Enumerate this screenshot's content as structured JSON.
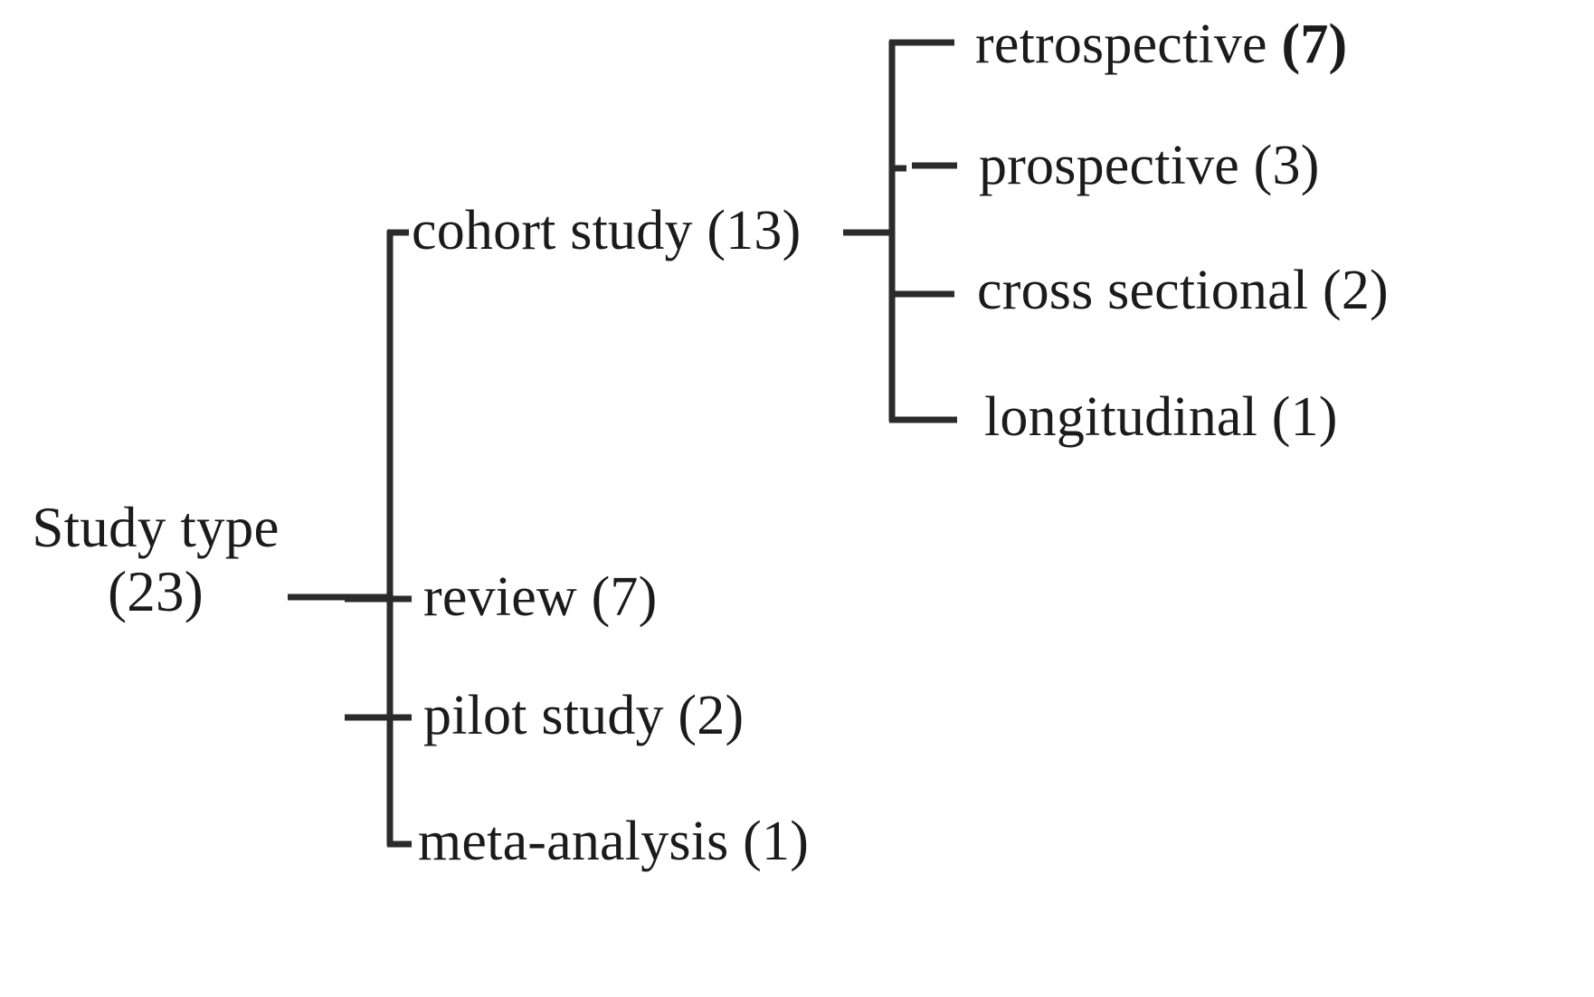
{
  "diagram": {
    "type": "dendrogram",
    "title_present": false,
    "background_color": "#ffffff",
    "line_color": "#2b2b2b",
    "text_color": "#1b1b1b"
  },
  "root": {
    "label": "Study type",
    "count_text": "(23)",
    "count": 23,
    "full_label": "Study type (23)"
  },
  "branches": [
    {
      "label": "cohort study",
      "count_text": "(13)",
      "count": 13,
      "full_label": "cohort study (13)"
    },
    {
      "label": "review",
      "count_text": "(7)",
      "count": 7,
      "full_label": "review (7)"
    },
    {
      "label": "pilot study",
      "count_text": "(2)",
      "count": 2,
      "full_label": "pilot study (2)"
    },
    {
      "label": "meta-analysis",
      "count_text": "(1)",
      "count": 1,
      "full_label": "meta-analysis (1)"
    }
  ],
  "cohort_subbranches": [
    {
      "label": "retrospective",
      "count_text": "(7)",
      "count": 7,
      "full_label": "retrospective (7)"
    },
    {
      "label": "prospective",
      "count_text": "(3)",
      "count": 3,
      "full_label": "prospective (3)"
    },
    {
      "label": "cross sectional",
      "count_text": "(2)",
      "count": 2,
      "full_label": "cross sectional (2)"
    },
    {
      "label": "longitudinal",
      "count_text": "(1)",
      "count": 1,
      "full_label": "longitudinal (1)"
    }
  ],
  "chart_data": {
    "type": "tree",
    "title": "",
    "xlabel": "",
    "ylabel": "",
    "root": {
      "name": "Study type",
      "value": 23
    },
    "nodes": [
      {
        "name": "cohort study",
        "value": 13,
        "parent": "Study type",
        "depth": 1
      },
      {
        "name": "retrospective",
        "value": 7,
        "parent": "cohort study",
        "depth": 2
      },
      {
        "name": "prospective",
        "value": 3,
        "parent": "cohort study",
        "depth": 2
      },
      {
        "name": "cross sectional",
        "value": 2,
        "parent": "cohort study",
        "depth": 2
      },
      {
        "name": "longitudinal",
        "value": 1,
        "parent": "cohort study",
        "depth": 2
      },
      {
        "name": "review",
        "value": 7,
        "parent": "Study type",
        "depth": 1
      },
      {
        "name": "pilot study",
        "value": 2,
        "parent": "Study type",
        "depth": 1
      },
      {
        "name": "meta-analysis",
        "value": 1,
        "parent": "Study type",
        "depth": 1
      }
    ],
    "categories": [
      "cohort study",
      "review",
      "pilot study",
      "meta-analysis"
    ],
    "values": [
      13,
      7,
      2,
      1
    ],
    "legend": []
  }
}
